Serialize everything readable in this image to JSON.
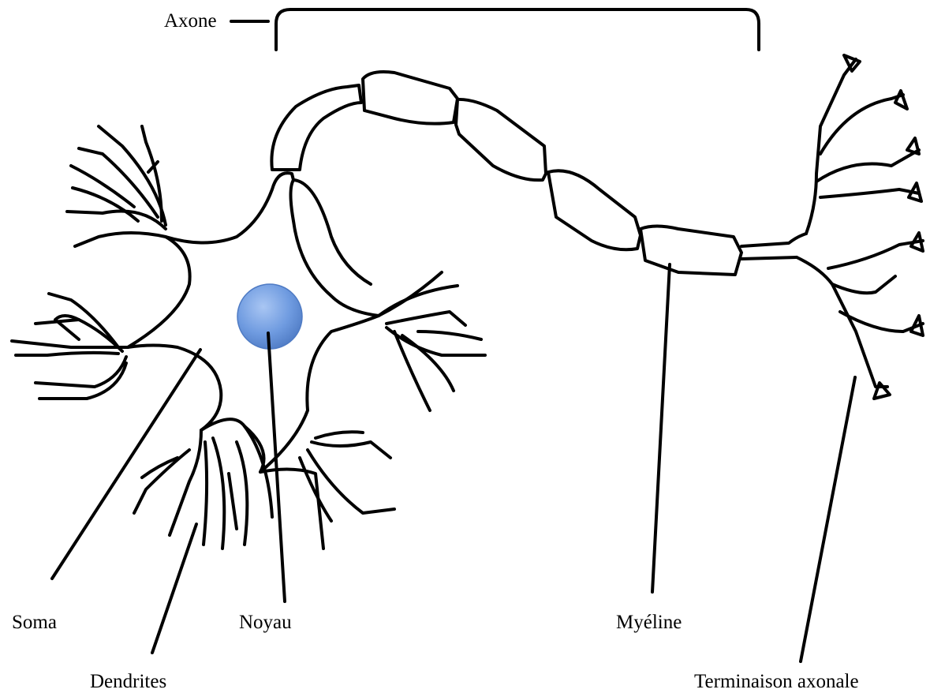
{
  "labels": {
    "axon": "Axone",
    "soma": "Soma",
    "dendrites": "Dendrites",
    "nucleus": "Noyau",
    "myelin": "Myéline",
    "axon_terminal": "Terminaison axonale"
  },
  "colors": {
    "outline": "#000000",
    "nucleus_fill": "#6f9be0",
    "nucleus_stroke": "#4f7bc4",
    "background": "#ffffff"
  }
}
